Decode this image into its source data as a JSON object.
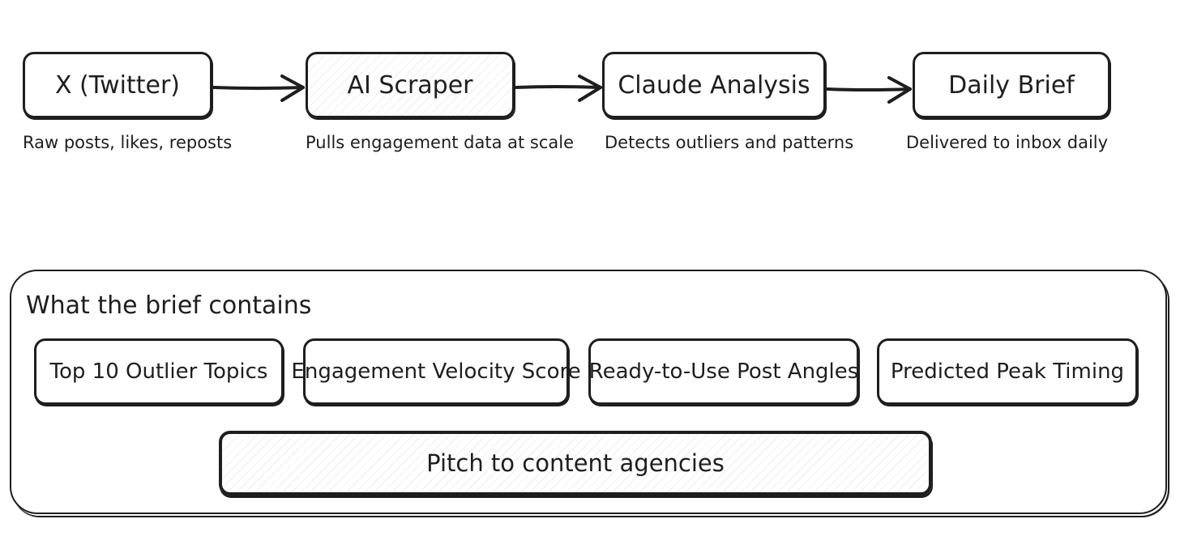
{
  "pipeline": {
    "nodes": [
      {
        "label": "X (Twitter)",
        "caption": "Raw posts, likes, reposts"
      },
      {
        "label": "AI Scraper",
        "caption": "Pulls engagement data at scale"
      },
      {
        "label": "Claude Analysis",
        "caption": "Detects outliers and patterns"
      },
      {
        "label": "Daily Brief",
        "caption": "Delivered to inbox daily"
      }
    ]
  },
  "brief": {
    "title": "What the brief contains",
    "items": [
      "Top 10 Outlier Topics",
      "Engagement Velocity Score",
      "Ready-to-Use Post Angles",
      "Predicted Peak Timing"
    ],
    "cta": "Pitch to content agencies"
  }
}
